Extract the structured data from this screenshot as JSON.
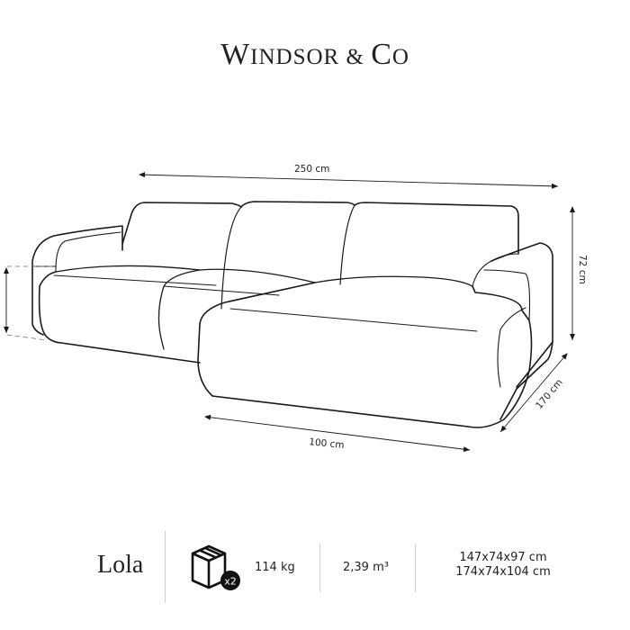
{
  "brand": {
    "name": "Windsor & Co",
    "w": "W",
    "indsor": "INDSOR",
    "amp": " & ",
    "c": "C",
    "o": "O"
  },
  "diagram": {
    "type": "corner-sofa-line-drawing",
    "dimensions": {
      "width": "250 cm",
      "height": "72 cm",
      "depth": "170 cm",
      "chaise_width": "100 cm"
    }
  },
  "footer": {
    "model_name": "Lola",
    "package_icon": "box-icon",
    "package_count": "x2",
    "weight": "114 kg",
    "volume": "2,39 m³",
    "package_dims": [
      "147x74x97 cm",
      "174x74x104 cm"
    ]
  },
  "colors": {
    "line": "#1a1a1a",
    "separator": "#cfcfcf",
    "text": "#222222"
  }
}
